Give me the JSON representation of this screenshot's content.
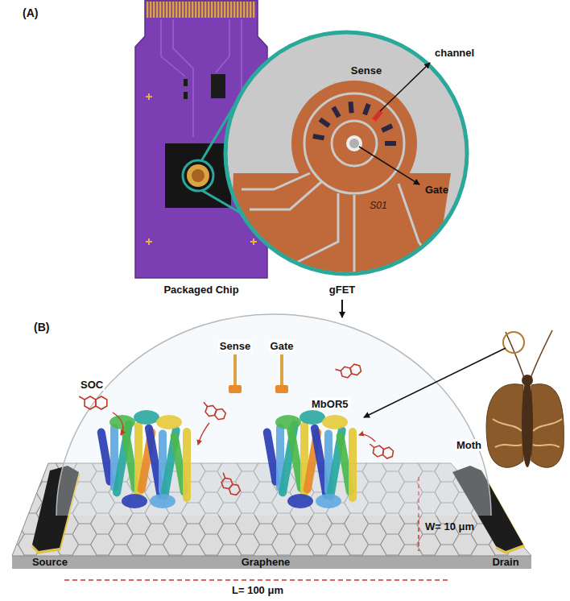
{
  "diagram": {
    "labels": [
      "(A)",
      "Sense",
      "channel",
      "Gate",
      "S01",
      "Packaged Chip",
      "gFET",
      "(B)",
      "Sense",
      "Gate",
      "SOC",
      "MbOR5",
      "Moth",
      "Source",
      "Graphene",
      "W= 10 μm",
      "Drain",
      "L= 100 μm"
    ]
  }
}
